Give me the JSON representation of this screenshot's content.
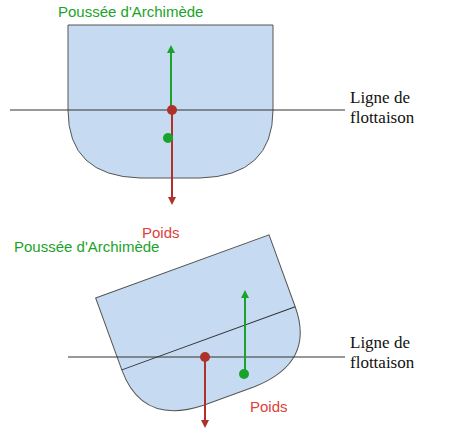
{
  "diagram": {
    "labels": [
      "Poussée d'Archimède",
      "Ligne de flottaison",
      "Poids",
      "Poussée d'Archimède",
      "Ligne de flottaison",
      "Poids"
    ]
  }
}
